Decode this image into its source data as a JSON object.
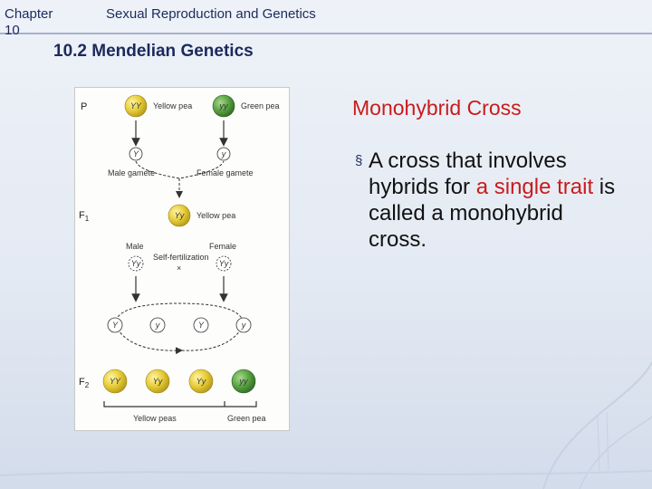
{
  "header": {
    "chapter_line1": "Chapter",
    "chapter_line2": "10",
    "title": "Sexual Reproduction and Genetics"
  },
  "section_title": "10.2 Mendelian Genetics",
  "figure": {
    "p_label": "P",
    "f1_label": "F",
    "f1_sub": "1",
    "f2_label": "F",
    "f2_sub": "2",
    "parent1_genotype": "YY",
    "parent1_label": "Yellow pea",
    "parent2_genotype": "yy",
    "parent2_label": "Green pea",
    "gamete1": "Y",
    "gamete2": "y",
    "male_gamete_label": "Male gamete",
    "female_gamete_label": "Female gamete",
    "f1_genotype": "Yy",
    "f1_pea_label": "Yellow pea",
    "male_label": "Male",
    "female_label": "Female",
    "self_fert_label": "Self-fertilization",
    "cross_symbol": "×",
    "male_parent_genotype": "Yy",
    "female_parent_genotype": "Yy",
    "f2_gametes": [
      "Y",
      "y",
      "Y",
      "y"
    ],
    "f2_offspring": [
      "YY",
      "Yy",
      "Yy",
      "yy"
    ],
    "yellow_peas_label": "Yellow peas",
    "green_pea_label": "Green pea",
    "colors": {
      "yellow_pea": "#e0c52e",
      "green_pea": "#4f9a3c",
      "gamete_fill": "#ffffff"
    }
  },
  "slide": {
    "heading": "Monohybrid Cross",
    "bullet_marker": "§",
    "bullet_part1": "A cross that involves hybrids for ",
    "bullet_highlight": "a single trait",
    "bullet_part2": " is called a monohybrid cross."
  },
  "colors": {
    "title_navy": "#1b2a5c",
    "accent_red": "#c81c1c"
  }
}
